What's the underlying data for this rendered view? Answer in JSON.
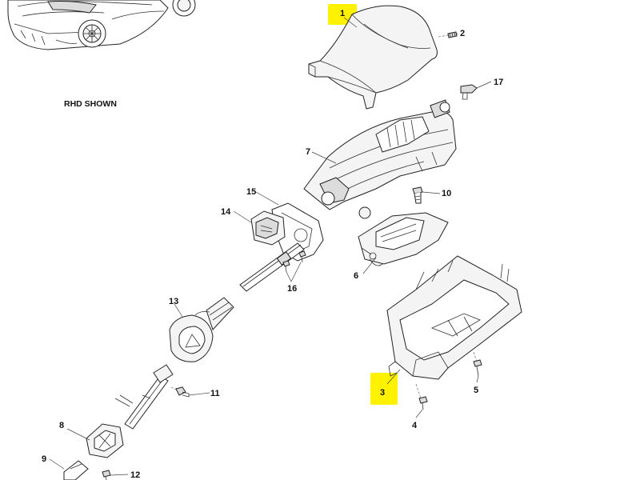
{
  "caption": "RHD SHOWN",
  "callouts": {
    "c1": "1",
    "c2": "2",
    "c3": "3",
    "c4": "4",
    "c5": "5",
    "c6": "6",
    "c7": "7",
    "c8": "8",
    "c9": "9",
    "c10": "10",
    "c11": "11",
    "c12": "12",
    "c13": "13",
    "c14": "14",
    "c15": "15",
    "c16": "16",
    "c17": "17"
  },
  "highlights": [
    "1",
    "3"
  ],
  "colors": {
    "highlight": "#fff200",
    "line": "#222222",
    "part_fill": "#f4f4f4",
    "background": "#ffffff"
  }
}
